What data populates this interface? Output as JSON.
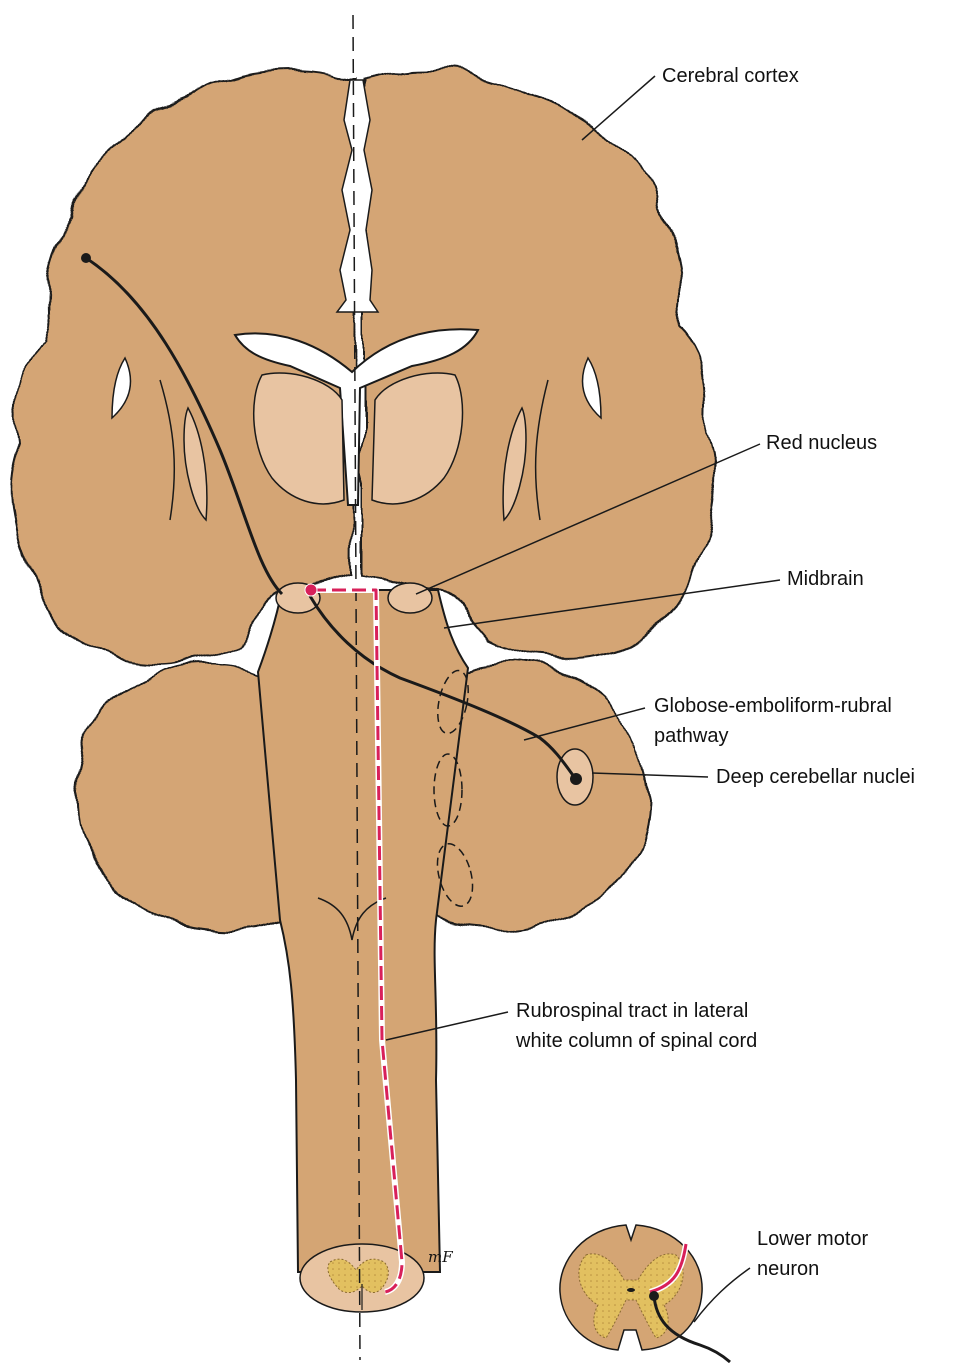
{
  "labels": {
    "cerebral_cortex": "Cerebral cortex",
    "red_nucleus": "Red nucleus",
    "midbrain": "Midbrain",
    "globose_line1": "Globose-emboliform-rubral",
    "globose_line2": "pathway",
    "deep_cerebellar_nuclei": "Deep cerebellar nuclei",
    "rubrospinal_line1": "Rubrospinal tract in lateral",
    "rubrospinal_line2": "white column of spinal cord",
    "lower_motor_line1": "Lower motor",
    "lower_motor_line2": "neuron"
  },
  "artist_mark": "mF",
  "colors": {
    "tissue": "#D4A574",
    "nucleus": "#E8C4A2",
    "gray_matter": "#E2C060",
    "tract": "#D8205A",
    "outline": "#1a1a1a"
  }
}
